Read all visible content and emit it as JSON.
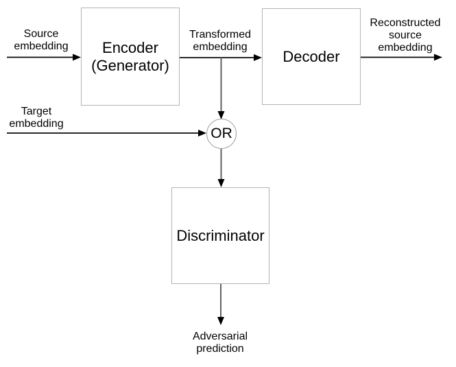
{
  "diagram": {
    "type": "adversarial-autoencoder-architecture",
    "nodes": {
      "encoder": {
        "label": "Encoder\n(Generator)"
      },
      "decoder": {
        "label": "Decoder"
      },
      "or_junction": {
        "label": "OR"
      },
      "discriminator": {
        "label": "Discriminator"
      }
    },
    "edge_labels": {
      "source_input": "Source\nembedding",
      "transformed": "Transformed\nembedding",
      "reconstructed_output": "Reconstructed\nsource\nembedding",
      "target_input": "Target\nembedding",
      "adversarial_output": "Adversarial\nprediction"
    },
    "colors": {
      "background": "#ffffff",
      "box_border": "#b3b3b3",
      "circle_border": "#999999",
      "arrow_line": "#0a0a0a",
      "connector_line": "#616161",
      "arrowhead_fill": "#000000",
      "text": "#000000"
    }
  }
}
